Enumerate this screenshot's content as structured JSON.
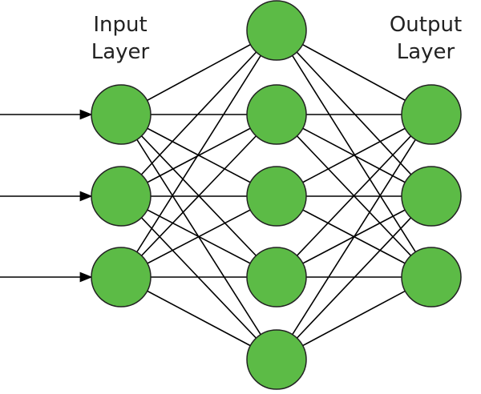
{
  "labels": {
    "input_layer": [
      "Input",
      "Layer"
    ],
    "output_layer": [
      "Output",
      "Layer"
    ]
  },
  "network": {
    "layers": [
      {
        "role": "input",
        "nodes": 3,
        "has_input_arrows": true
      },
      {
        "role": "hidden",
        "nodes": 5
      },
      {
        "role": "output",
        "nodes": 3
      }
    ],
    "extra_hidden_nodes": 2,
    "fully_connected": true
  },
  "colors": {
    "node_fill": "#5cbb46",
    "node_stroke": "#222222",
    "edge": "#000000",
    "text": "#222222"
  }
}
